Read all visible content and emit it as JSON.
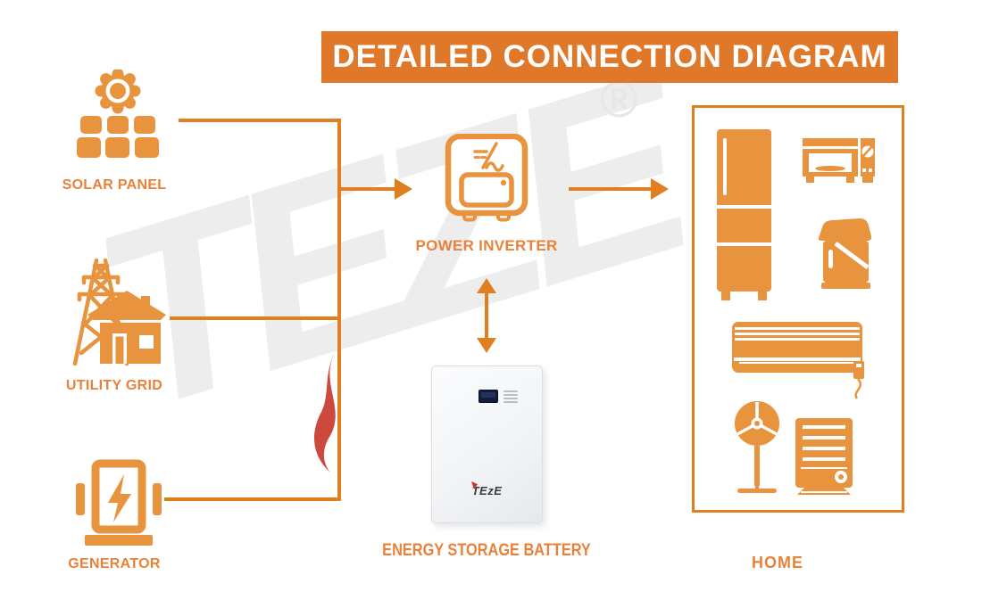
{
  "title": "DETAILED CONNECTION DIAGRAM",
  "colors": {
    "banner": "#E0782A",
    "icon": "#E8933E",
    "line": "#E07E20",
    "label": "#E8823A",
    "watermark_gray": "#EDEDED",
    "watermark_red": "#C9392E"
  },
  "sources": {
    "solar": {
      "label": "SOLAR PANEL"
    },
    "grid": {
      "label": "UTILITY GRID"
    },
    "generator": {
      "label": "GENERATOR"
    }
  },
  "inverter": {
    "label": "POWER INVERTER"
  },
  "battery": {
    "label": "ENERGY STORAGE BATTERY",
    "brand": "TEzE"
  },
  "home": {
    "label": "HOME",
    "appliances": [
      "refrigerator",
      "microwave-oven",
      "thermo-pot",
      "air-conditioner",
      "pedestal-fan",
      "heater"
    ]
  },
  "watermark": {
    "brand": "TEZE",
    "registered": "®"
  }
}
